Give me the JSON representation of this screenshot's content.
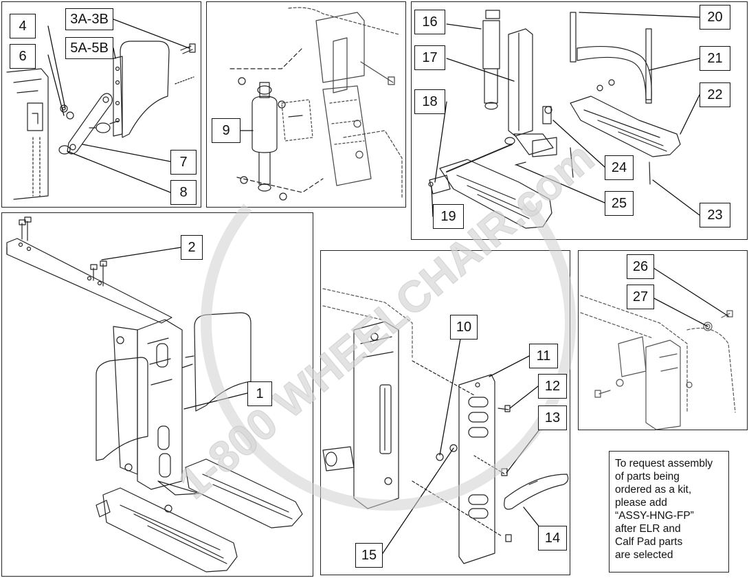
{
  "labels": [
    "1",
    "2",
    "3A-3B",
    "4",
    "5A-5B",
    "6",
    "7",
    "8",
    "9",
    "10",
    "11",
    "12",
    "13",
    "14",
    "15",
    "16",
    "17",
    "18",
    "19",
    "20",
    "21",
    "22",
    "23",
    "24",
    "25",
    "26",
    "27"
  ],
  "watermark": "1-800 WHEELCHAIR.com",
  "note_lines": [
    "To request assembly",
    "of parts being",
    "ordered as a kit,",
    "please add",
    "“ASSY-HNG-FP”",
    "after ELR and",
    "Calf Pad parts",
    "are selected"
  ]
}
